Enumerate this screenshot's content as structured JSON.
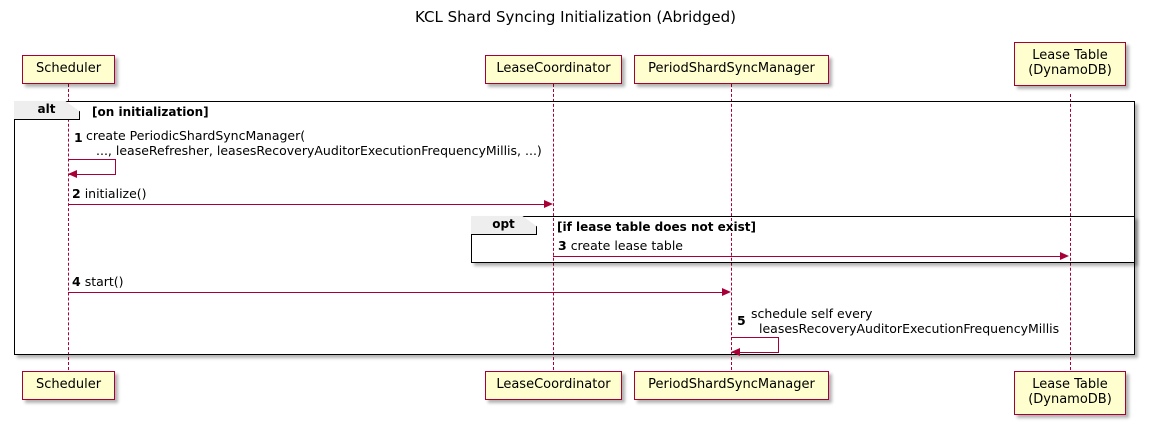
{
  "diagram": {
    "type": "sequence-diagram",
    "title": "KCL Shard Syncing Initialization (Abridged)",
    "colors": {
      "participant_fill": "#FEFECE",
      "participant_border": "#A80036",
      "arrow": "#A80036",
      "fragment_border": "#000000",
      "fragment_tab_fill": "#EEEEEE",
      "background": "#FFFFFF"
    }
  },
  "participants": [
    {
      "id": "scheduler",
      "label": "Scheduler",
      "line2": ""
    },
    {
      "id": "lease-coordinator",
      "label": "LeaseCoordinator",
      "line2": ""
    },
    {
      "id": "period-shard-sync-manager",
      "label": "PeriodShardSyncManager",
      "line2": ""
    },
    {
      "id": "lease-table",
      "label": "Lease Table",
      "line2": "(DynamoDB)"
    }
  ],
  "fragments": [
    {
      "id": "alt",
      "operator": "alt",
      "guard": "[on initialization]"
    },
    {
      "id": "opt",
      "operator": "opt",
      "guard": "[if lease table does not exist]"
    }
  ],
  "messages": [
    {
      "number": "1",
      "from": "scheduler",
      "to": "scheduler",
      "self": true,
      "line1": "create PeriodicShardSyncManager(",
      "line2": "..., leaseRefresher, leasesRecoveryAuditorExecutionFrequencyMillis, ...)"
    },
    {
      "number": "2",
      "from": "scheduler",
      "to": "lease-coordinator",
      "self": false,
      "line1": "initialize()",
      "line2": ""
    },
    {
      "number": "3",
      "from": "lease-coordinator",
      "to": "lease-table",
      "self": false,
      "line1": "create lease table",
      "line2": ""
    },
    {
      "number": "4",
      "from": "scheduler",
      "to": "period-shard-sync-manager",
      "self": false,
      "line1": "start()",
      "line2": ""
    },
    {
      "number": "5",
      "from": "period-shard-sync-manager",
      "to": "period-shard-sync-manager",
      "self": true,
      "line1": "schedule self every",
      "line2": "leasesRecoveryAuditorExecutionFrequencyMillis"
    }
  ]
}
